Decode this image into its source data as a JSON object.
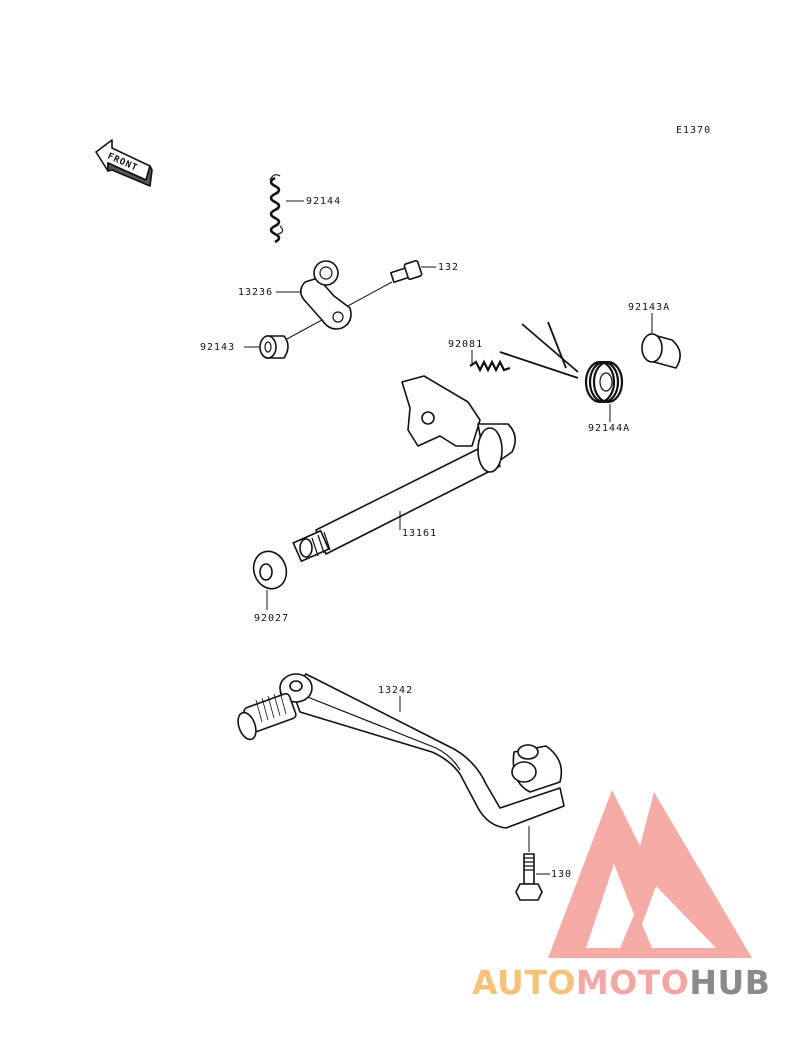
{
  "diagram": {
    "ref_code": "E1370",
    "front_label": "FRONT",
    "parts": [
      {
        "id": "spring-92144",
        "label": "92144"
      },
      {
        "id": "bolt-132",
        "label": "132"
      },
      {
        "id": "lever-13236",
        "label": "13236"
      },
      {
        "id": "collar-92143",
        "label": "92143"
      },
      {
        "id": "collar-92143a",
        "label": "92143A"
      },
      {
        "id": "spring-92081",
        "label": "92081"
      },
      {
        "id": "spring-92144a",
        "label": "92144A"
      },
      {
        "id": "shaft-13161",
        "label": "13161"
      },
      {
        "id": "washer-92027",
        "label": "92027"
      },
      {
        "id": "pedal-13242",
        "label": "13242"
      },
      {
        "id": "bolt-130",
        "label": "130"
      }
    ]
  },
  "watermark": {
    "brand_a": "AUTO",
    "brand_b": "MOTO",
    "brand_c": "HUB",
    "color_a": "#f6c27a",
    "color_b": "#f2a7a2",
    "color_c": "#8a8a8a",
    "logo_color": "#f4a49e"
  }
}
